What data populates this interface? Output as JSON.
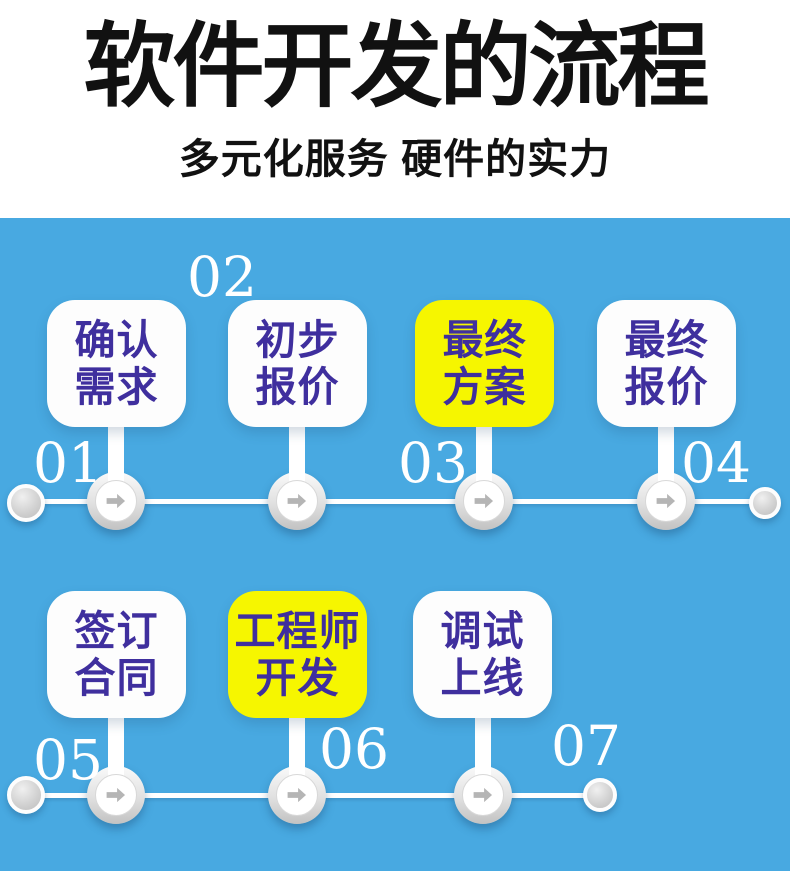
{
  "header": {
    "title": "软件开发的流程",
    "subtitle": "多元化服务 硬件的实力"
  },
  "colors": {
    "flow_background": "#48a9e1",
    "header_background": "#ffffff",
    "title_text": "#111111",
    "box_white": "#fdfdfd",
    "box_highlight_yellow": "#f6f600",
    "box_label_purple": "#3f2f9e",
    "step_number_white": "#ffffff",
    "timeline_line": "#ffffff",
    "node_arrow_gray": "#b5b5b5"
  },
  "steps": [
    {
      "number": "01",
      "line1": "确认",
      "line2": "需求",
      "variant": "white"
    },
    {
      "number": "02",
      "line1": "初步",
      "line2": "报价",
      "variant": "white"
    },
    {
      "number": "03",
      "line1": "最终",
      "line2": "方案",
      "variant": "yellow"
    },
    {
      "number": "04",
      "line1": "最终",
      "line2": "报价",
      "variant": "white"
    },
    {
      "number": "05",
      "line1": "签订",
      "line2": "合同",
      "variant": "white"
    },
    {
      "number": "06",
      "line1": "工程师",
      "line2": "开发",
      "variant": "yellow"
    },
    {
      "number": "07",
      "line1": "调试",
      "line2": "上线",
      "variant": "white"
    }
  ],
  "icons": {
    "node_icon": "arrow-right-icon",
    "timeline_terminal": "gray-dot"
  }
}
